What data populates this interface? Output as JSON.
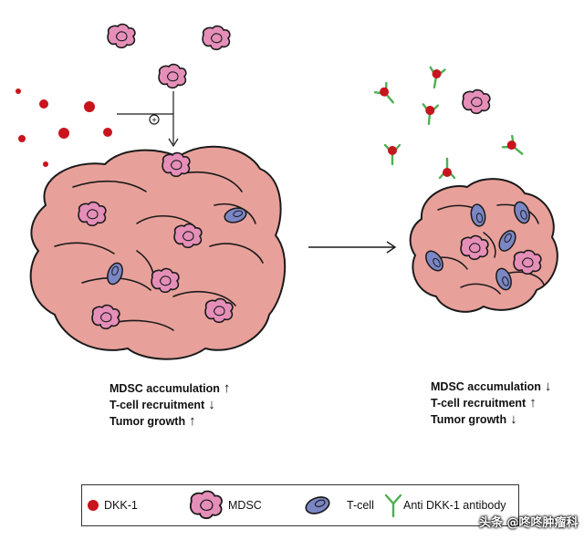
{
  "left_panel": {
    "status": [
      {
        "label": "MDSC accumulation",
        "arrow": "↑"
      },
      {
        "label": "T-cell recruitment",
        "arrow": "↓"
      },
      {
        "label": "Tumor growth",
        "arrow": "↑"
      }
    ],
    "plus_sign": "+"
  },
  "right_panel": {
    "status": [
      {
        "label": "MDSC accumulation",
        "arrow": "↓"
      },
      {
        "label": "T-cell recruitment",
        "arrow": "↑"
      },
      {
        "label": "Tumor growth",
        "arrow": "↓"
      }
    ]
  },
  "legend": {
    "items": [
      {
        "label": "DKK-1",
        "icon": "dkk1-dot-icon"
      },
      {
        "label": "MDSC",
        "icon": "mdsc-cell-icon"
      },
      {
        "label": "T-cell",
        "icon": "t-cell-icon"
      },
      {
        "label": "Anti DKK-1 antibody",
        "icon": "antibody-icon"
      }
    ]
  },
  "watermark": "头条 @咚咚肿瘤科",
  "colors": {
    "tumor_fill": "#e8a09a",
    "mdsc_fill": "#e58fb8",
    "tcell_fill": "#7b86c4",
    "dkk1_red": "#c8141c",
    "antibody_green": "#4caf50",
    "outline": "#1a1a1a"
  }
}
